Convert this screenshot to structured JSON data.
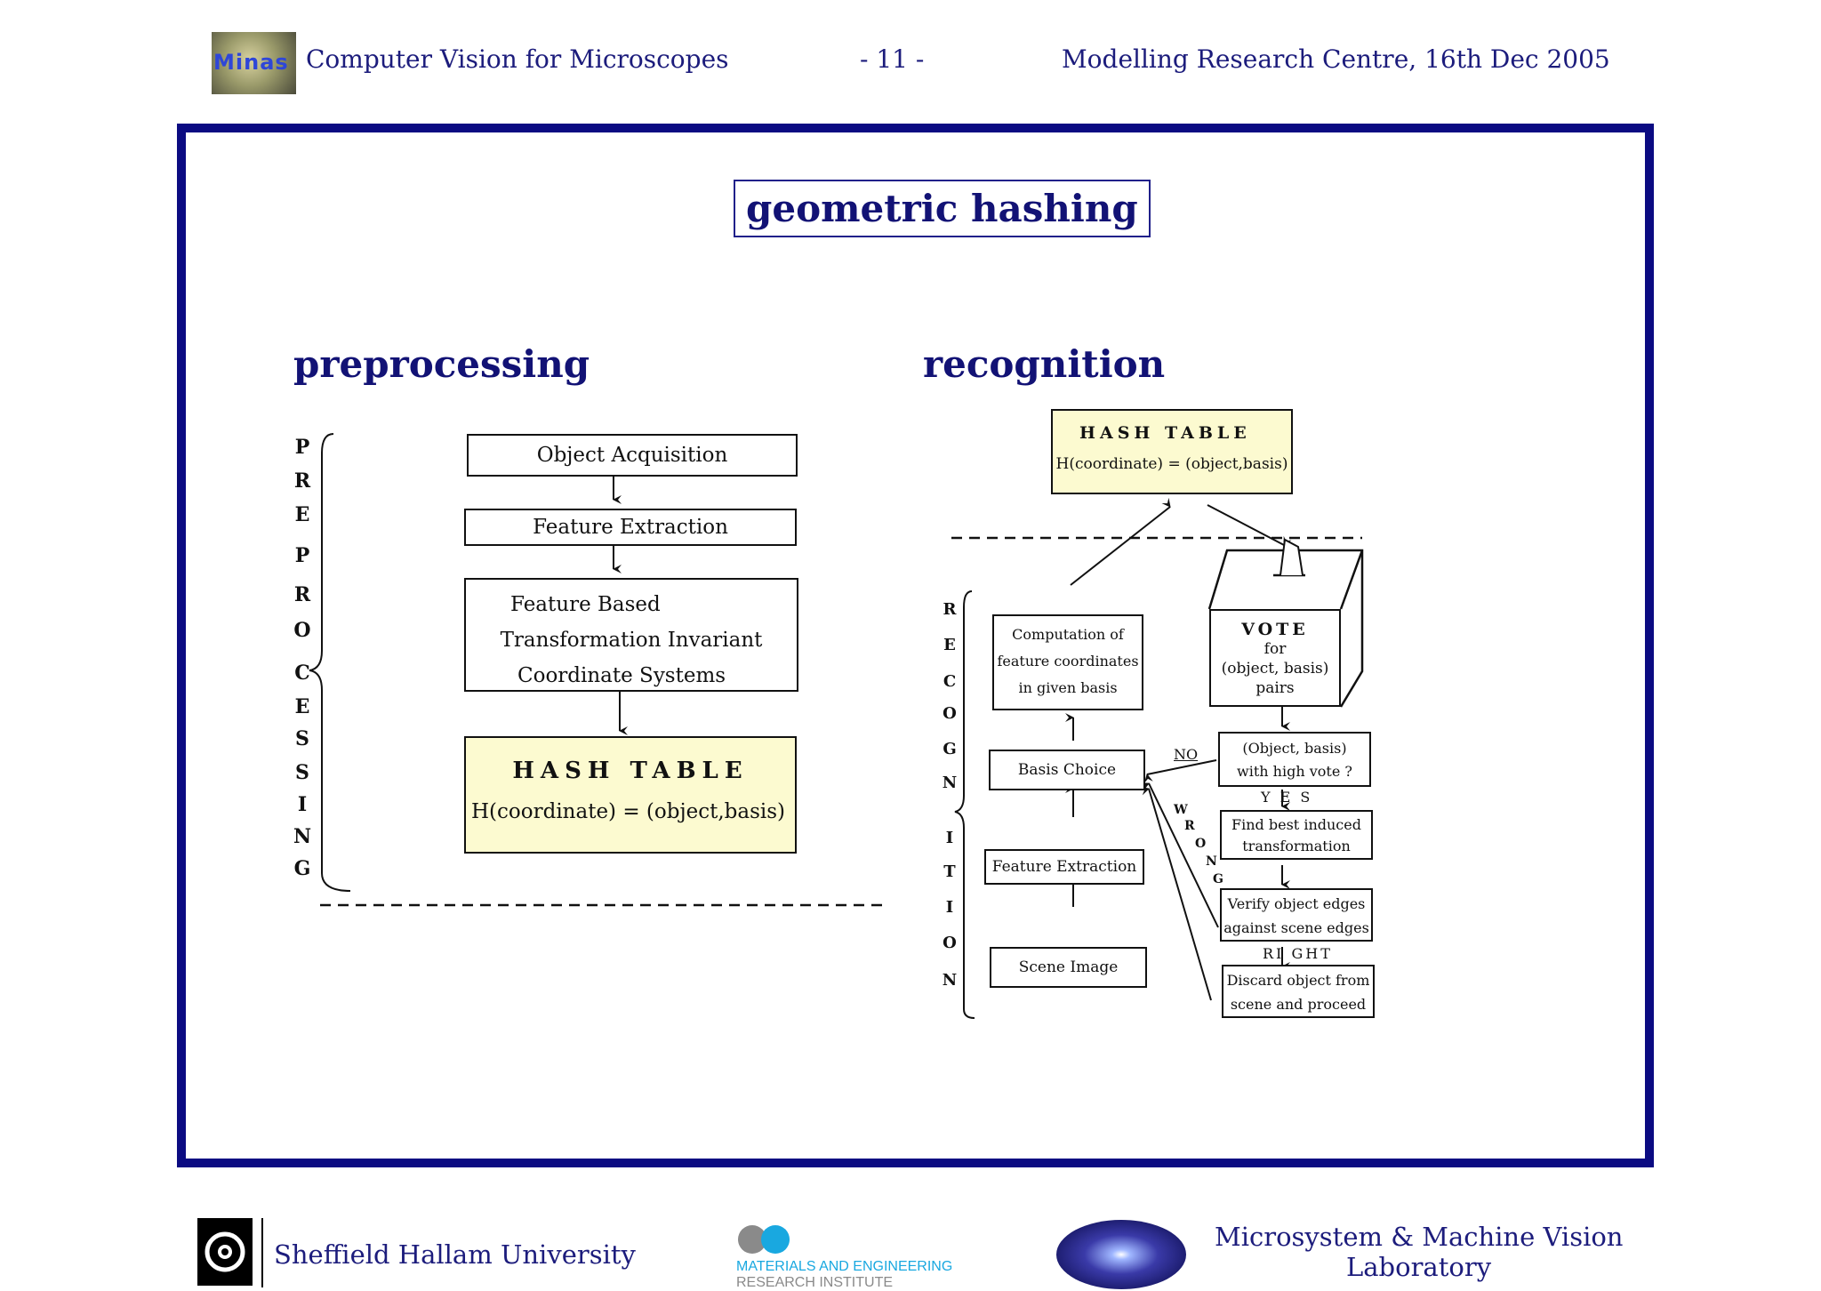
{
  "header": {
    "left": "Computer Vision for Microscopes",
    "page": "- 11 -",
    "right": "Modelling Research Centre, 16th Dec 2005",
    "logo_text": "Minas"
  },
  "slide": {
    "title": "geometric hashing",
    "preprocessing": "preprocessing",
    "recognition": "recognition"
  },
  "pre": {
    "vertical": [
      "P",
      "R",
      "E",
      "P",
      "R",
      "O",
      "C",
      "E",
      "S",
      "S",
      "I",
      "N",
      "G"
    ],
    "object_acquisition": "Object Acquisition",
    "feature_extraction": "Feature Extraction",
    "fb1": "Feature Based",
    "fb2": "Transformation Invariant",
    "fb3": "Coordinate Systems",
    "hash_title": "HASH TABLE",
    "hash_formula": "H(coordinate) = (object,basis)"
  },
  "rec": {
    "vertical": [
      "R",
      "E",
      "C",
      "O",
      "G",
      "N",
      "I",
      "T",
      "I",
      "O",
      "N"
    ],
    "hash_title": "HASH TABLE",
    "hash_formula": "H(coordinate) = (object,basis)",
    "comp1": "Computation of",
    "comp2": "feature coordinates",
    "comp3": "in given basis",
    "basis_choice": "Basis Choice",
    "feature_extraction": "Feature Extraction",
    "scene_image": "Scene Image",
    "vote": "VOTE",
    "vote_for": "for",
    "vote_pairs1": "(object, basis)",
    "vote_pairs2": "pairs",
    "q1": "(Object, basis)",
    "q2": "with high vote ?",
    "no": "NO",
    "yes": "Y E S",
    "find1": "Find best induced",
    "find2": "transformation",
    "verify1": "Verify object edges",
    "verify2": "against scene edges",
    "right": "RI GHT",
    "discard1": "Discard object from",
    "discard2": "scene and proceed",
    "wrong": [
      "W",
      "R",
      "O",
      "N",
      "G"
    ]
  },
  "footer": {
    "shu": "Sheffield Hallam University",
    "meri1": "MATERIALS AND ENGINEERING",
    "meri2": "RESEARCH INSTITUTE",
    "lab1": "Microsystem & Machine Vision",
    "lab2": "Laboratory"
  },
  "colors": {
    "navy": "#0b0b82",
    "hash_fill": "#fcfad0",
    "meri_blue": "#19a8e0",
    "meri_grey": "#8a8a8a"
  }
}
